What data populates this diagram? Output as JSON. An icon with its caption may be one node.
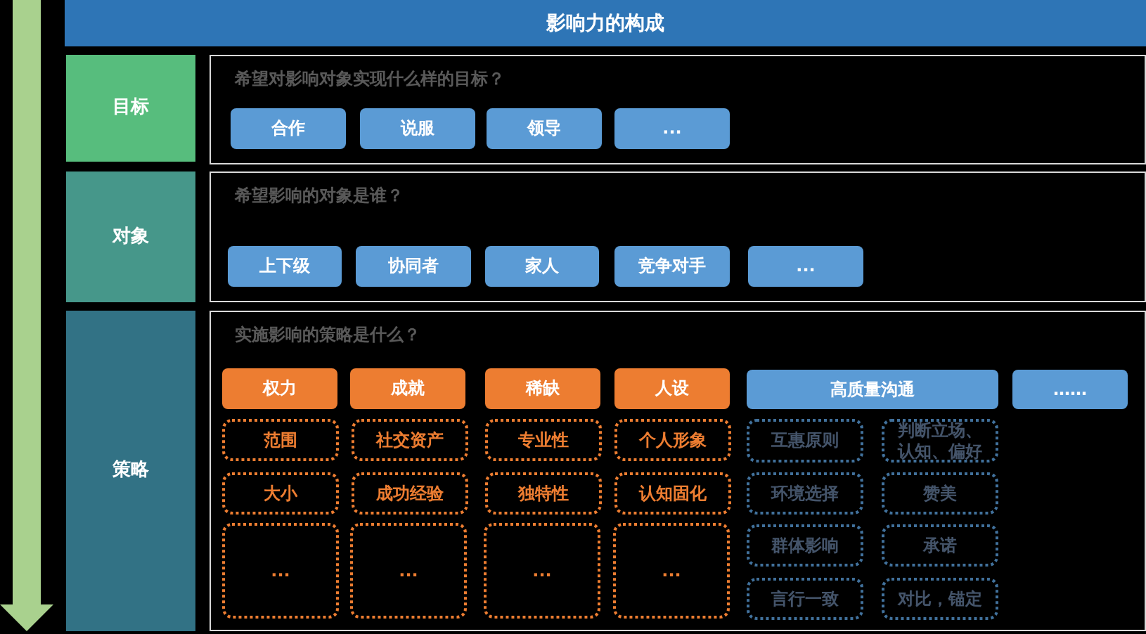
{
  "diagram": {
    "title": "影响力的构成",
    "nodes": [
      {
        "text": [
          "目标"
        ]
      },
      {
        "text": [
          "希望对影响对象实现什么样的目标？"
        ]
      },
      {
        "text": [
          "合作"
        ],
        "in": 1
      },
      {
        "text": [
          "说服"
        ],
        "in": 1
      },
      {
        "text": [
          "领导"
        ],
        "in": 1
      },
      {
        "text": [
          "..."
        ],
        "in": 1
      },
      {
        "text": [
          "对象"
        ]
      },
      {
        "text": [
          "希望影响的对象是谁？"
        ]
      },
      {
        "text": [
          "上下级"
        ],
        "in": 7
      },
      {
        "text": [
          "协同者"
        ],
        "in": 7
      },
      {
        "text": [
          "家人"
        ],
        "in": 7
      },
      {
        "text": [
          "竞争对手"
        ],
        "in": 7
      },
      {
        "text": [
          "..."
        ],
        "in": 7
      },
      {
        "text": [
          "策略"
        ]
      },
      {
        "text": [
          "实施影响的策略是什么？"
        ]
      },
      {
        "text": [
          "权力"
        ],
        "in": 14
      },
      {
        "text": [
          "成就"
        ],
        "in": 14
      },
      {
        "text": [
          "稀缺"
        ],
        "in": 14
      },
      {
        "text": [
          "人设"
        ],
        "in": 14
      },
      {
        "text": [
          "高质量沟通"
        ],
        "in": 14
      },
      {
        "text": [
          "……"
        ],
        "in": 14
      },
      {
        "text": [
          "范围"
        ],
        "in": 14
      },
      {
        "text": [
          "社交资产"
        ],
        "in": 14
      },
      {
        "text": [
          "专业性"
        ],
        "in": 14
      },
      {
        "text": [
          "个人形象"
        ],
        "in": 14
      },
      {
        "text": [
          "互惠原则"
        ],
        "in": 14
      },
      {
        "text": [
          "判断立场、认知、偏好"
        ],
        "in": 14
      },
      {
        "text": [
          "大小"
        ],
        "in": 14
      },
      {
        "text": [
          "成功经验"
        ],
        "in": 14
      },
      {
        "text": [
          "独特性"
        ],
        "in": 14
      },
      {
        "text": [
          "认知固化"
        ],
        "in": 14
      },
      {
        "text": [
          "环境选择"
        ],
        "in": 14
      },
      {
        "text": [
          "赞美"
        ],
        "in": 14
      },
      {
        "text": [
          "..."
        ],
        "in": 14
      },
      {
        "text": [
          "..."
        ],
        "in": 14
      },
      {
        "text": [
          "..."
        ],
        "in": 14
      },
      {
        "text": [
          "..."
        ],
        "in": 14
      },
      {
        "text": [
          "群体影响"
        ],
        "in": 14
      },
      {
        "text": [
          "承诺"
        ],
        "in": 14
      },
      {
        "text": [
          "言行一致"
        ],
        "in": 14
      },
      {
        "text": [
          "对比，锚定"
        ],
        "in": 14
      }
    ],
    "edges": []
  }
}
